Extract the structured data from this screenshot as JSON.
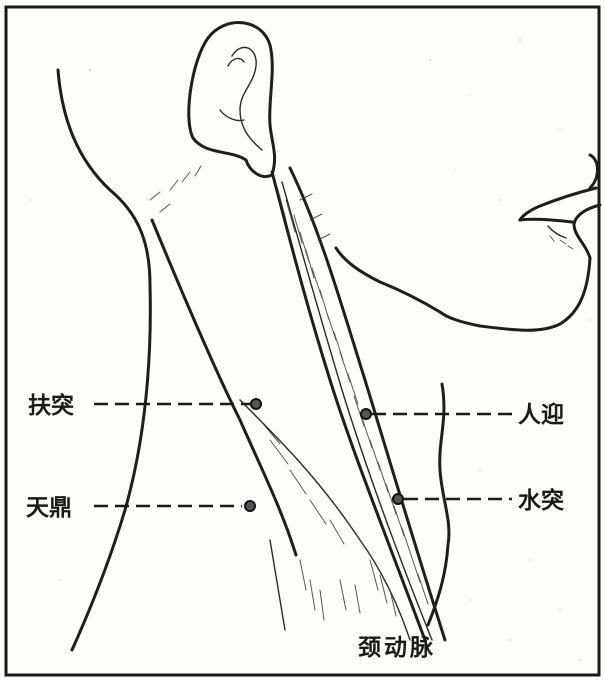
{
  "diagram": {
    "acupoints": [
      {
        "id": "futu",
        "label": "扶突",
        "side": "left"
      },
      {
        "id": "tianding",
        "label": "天鼎",
        "side": "left"
      },
      {
        "id": "renying",
        "label": "人迎",
        "side": "right"
      },
      {
        "id": "shuitu",
        "label": "水突",
        "side": "right"
      }
    ],
    "artery_label": "颈动脉"
  }
}
